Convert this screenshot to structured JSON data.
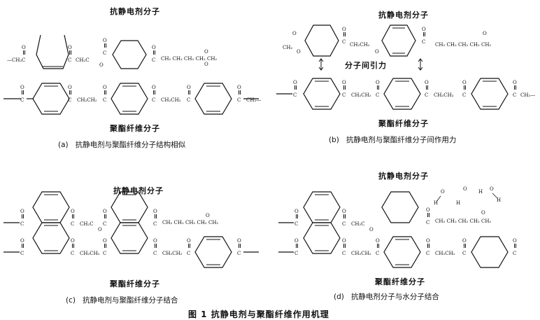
{
  "panels": [
    {
      "top_label": "抗静电剂分子",
      "bottom_label": "聚酯纤维分子",
      "caption_tag": "(a)",
      "caption": "抗静电剂与聚酯纤维分子结构相似"
    },
    {
      "top_label": "抗静电剂分子",
      "middle_label": "分子间引力",
      "bottom_label": "聚酯纤维分子",
      "caption_tag": "(b)",
      "caption": "抗静电剂与聚酯纤维分子间作用力"
    },
    {
      "top_label": "抗静电剂分子",
      "bottom_label": "聚酯纤维分子",
      "caption_tag": "(c)",
      "caption": "抗静电剂与聚酯纤维分子结合"
    },
    {
      "top_label": "抗静电剂分子",
      "bottom_label": "聚酯纤维分子",
      "caption_tag": "(d)",
      "caption": "抗静电剂分子与水分子结合"
    }
  ],
  "figure_caption": "图 1   抗静电剂与聚酯纤维作用机理",
  "chem_text": {
    "ch2": "CH₂",
    "ch2c": "CH₂C",
    "c": "C",
    "o": "O",
    "h": "H",
    "end_left": "—CH₂—C—",
    "end_right": "—C—CH₂—",
    "chain": "CH₂ CH₂ CH₂ CH₂ CH₂"
  }
}
